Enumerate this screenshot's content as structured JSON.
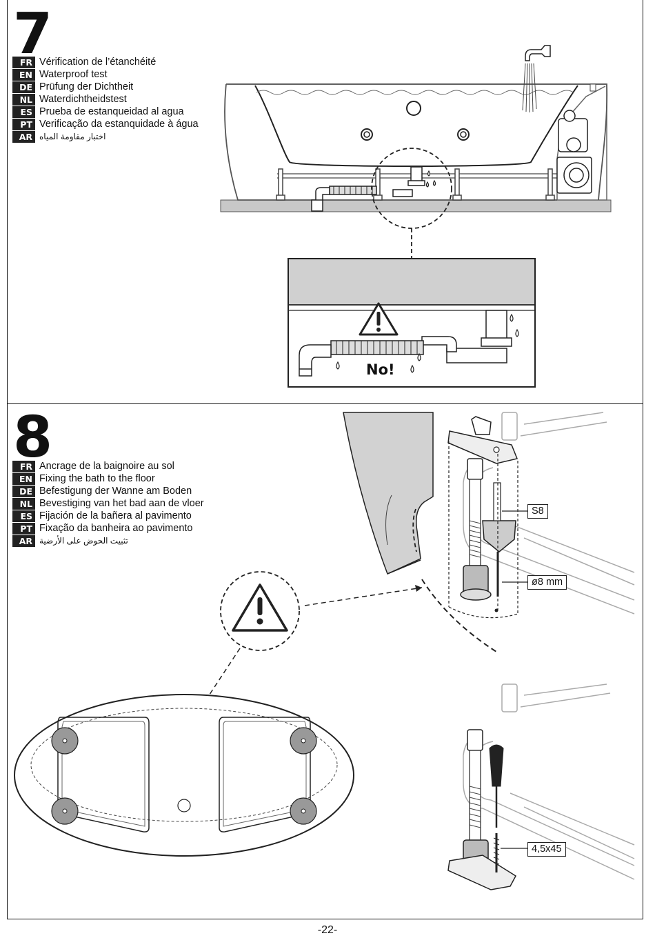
{
  "step7": {
    "number": "7",
    "languages": [
      {
        "code": "FR",
        "text": "Vérification de l’étanchéité"
      },
      {
        "code": "EN",
        "text": "Waterproof test"
      },
      {
        "code": "DE",
        "text": "Prüfung der Dichtheit"
      },
      {
        "code": "NL",
        "text": "Waterdichtheidstest"
      },
      {
        "code": "ES",
        "text": "Prueba de estanqueidad al agua"
      },
      {
        "code": "PT",
        "text": "Verificação da estanquidade à água"
      },
      {
        "code": "AR",
        "text": "اختبار مقاومة المياه"
      }
    ],
    "warning_text": "No!"
  },
  "step8": {
    "number": "8",
    "languages": [
      {
        "code": "FR",
        "text": "Ancrage de la baignoire au sol"
      },
      {
        "code": "EN",
        "text": "Fixing the bath to the floor"
      },
      {
        "code": "DE",
        "text": "Befestigung der Wanne am Boden"
      },
      {
        "code": "NL",
        "text": "Bevestiging van het bad aan de vloer"
      },
      {
        "code": "ES",
        "text": "Fijación de la bañera al pavimento"
      },
      {
        "code": "PT",
        "text": "Fixação da banheira ao pavimento"
      },
      {
        "code": "AR",
        "text": "تثبيت الحوض على الأرضية"
      }
    ],
    "anchor_label": "S8",
    "drill_label": "ø8 mm",
    "screw_label": "4,5x45"
  },
  "page_number": "-22-"
}
